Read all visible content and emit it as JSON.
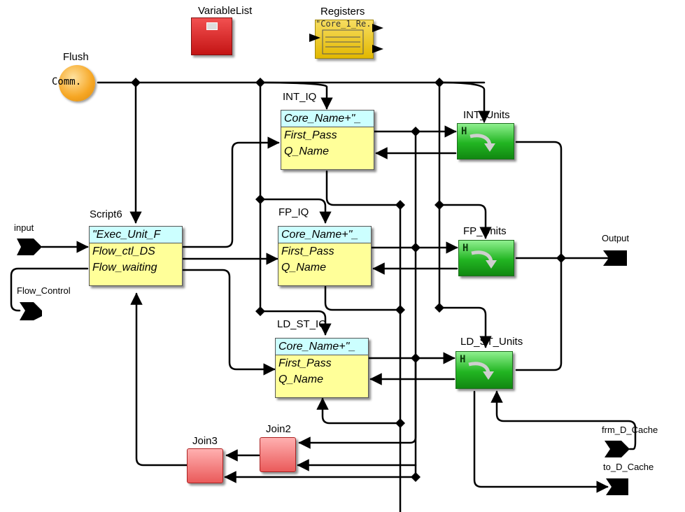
{
  "labels": {
    "variable_list": "VariableList",
    "registers": "Registers",
    "flush": "Flush",
    "int_iq": "INT_IQ",
    "fp_iq": "FP_IQ",
    "ld_st_iq": "LD_ST_IQ",
    "int_units": "INT_Units",
    "fp_units": "FP_Units",
    "ld_st_units": "LD_ST_Units",
    "script6": "Script6",
    "input": "input",
    "flow_control": "Flow_Control",
    "output": "Output",
    "frm_d_cache": "frm_D_Cache",
    "to_d_cache": "to_D_Cache",
    "join2": "Join2",
    "join3": "Join3"
  },
  "flush_text": "Comm.",
  "registers_text": "\"Core_1_Re.",
  "script6": {
    "header": "\"Exec_Unit_F",
    "row1": "Flow_ctl_DS",
    "row2": "Flow_waiting"
  },
  "int_iq": {
    "header": "Core_Name+\"_",
    "row1": "First_Pass",
    "row2": "Q_Name"
  },
  "fp_iq": {
    "header": "Core_Name+\"_",
    "row1": "First_Pass",
    "row2": "Q_Name"
  },
  "ld_st_iq": {
    "header": "Core_Name+\"_",
    "row1": "First_Pass",
    "row2": "Q_Name"
  },
  "unit_glyph": "H",
  "colors": {
    "queue_body": "#ffff99",
    "queue_header": "#ccffff",
    "unit_green": "#22b522",
    "join_red": "#ea5a5a",
    "varlist_red": "#d42020",
    "registers_yellow": "#f2cf25",
    "flush_orange": "#f6a623"
  },
  "icons": [
    "list-icon",
    "table-icon",
    "unit-arrow-icon",
    "port-arrow-icon"
  ]
}
